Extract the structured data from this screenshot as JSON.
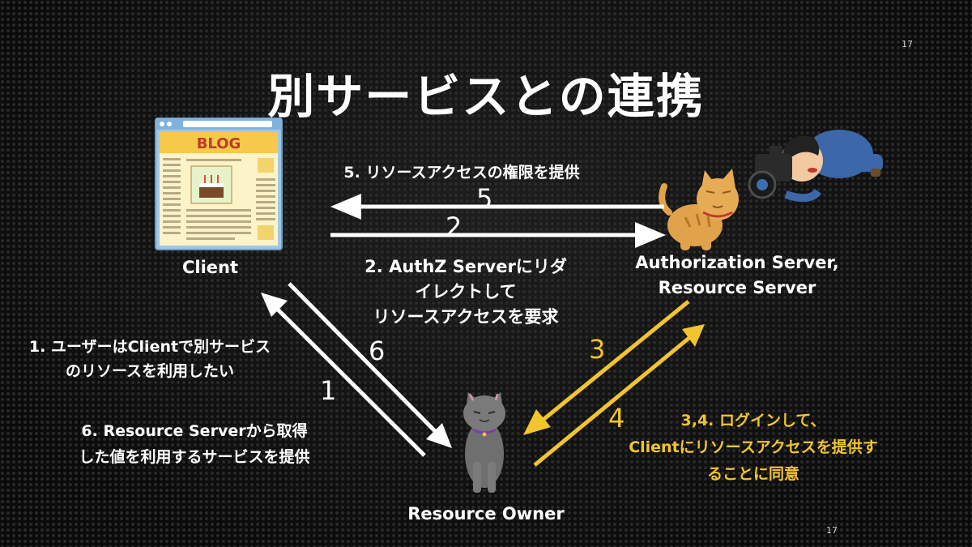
{
  "page_number_top": "17",
  "page_number_bottom": "17",
  "title": "別サービスとの連携",
  "blog_header": "BLOG",
  "actors": {
    "client": "Client",
    "auth_server_line1": "Authorization Server,",
    "auth_server_line2": "Resource Server",
    "resource_owner": "Resource Owner"
  },
  "steps": {
    "step5_label": "5. リソースアクセスの権限を提供",
    "step2_line1": "2. AuthZ Serverにリダ",
    "step2_line2": "イレクトして",
    "step2_line3": "リソースアクセスを要求",
    "step1_line1": "1. ユーザーはClientで別サービス",
    "step1_line2": "のリソースを利用したい",
    "step6_line1": "6. Resource Serverから取得",
    "step6_line2": "した値を利用するサービスを提供",
    "step34_line1": "3,4. ログインして、",
    "step34_line2": "Clientにリソースアクセスを提供す",
    "step34_line3": "ることに同意"
  },
  "arrow_numbers": {
    "n5": "5",
    "n2": "2",
    "n6": "6",
    "n1": "1",
    "n3": "3",
    "n4": "4"
  },
  "colors": {
    "white_arrow": "#ffffff",
    "yellow_arrow": "#f2c52f",
    "background": "#121212"
  }
}
